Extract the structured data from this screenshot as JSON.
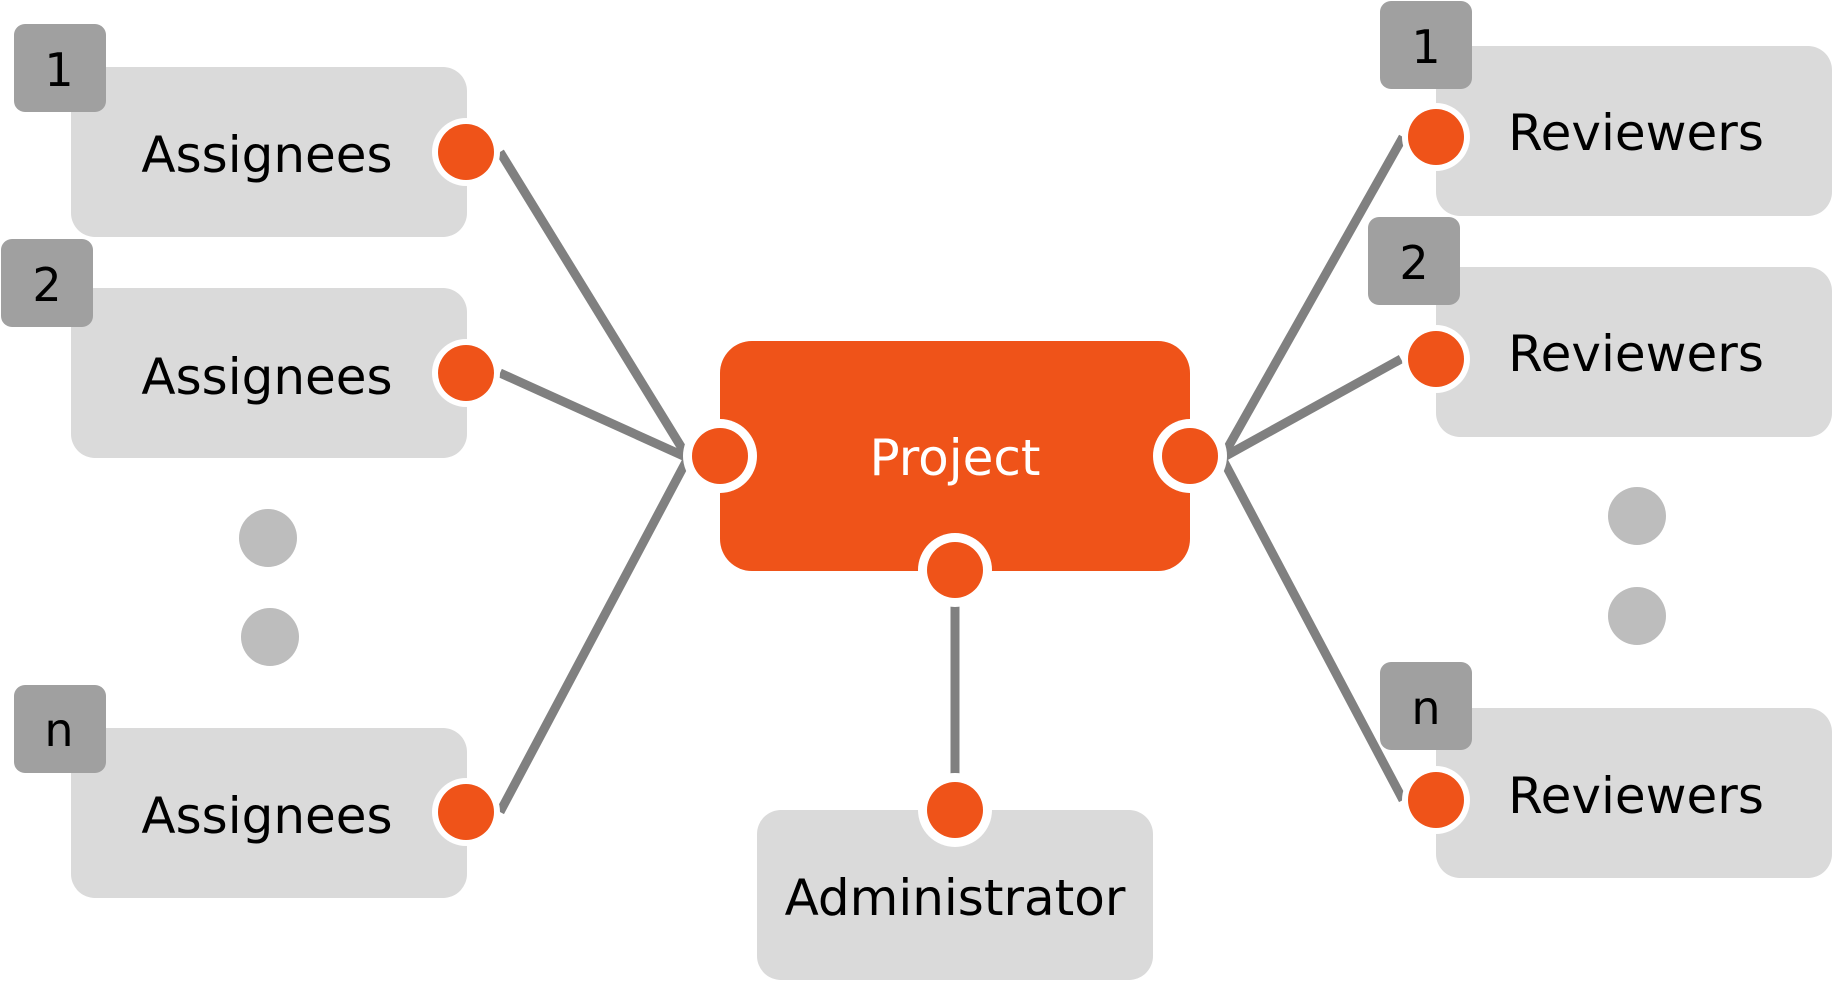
{
  "colors": {
    "accent": "#EF5319",
    "box_fill": "#DADADA",
    "badge_fill": "#A0A0A0",
    "dot_fill": "#BDBDBD",
    "line": "#808080",
    "project_text": "#FFFFFF"
  },
  "center": {
    "label": "Project"
  },
  "admin": {
    "label": "Administrator"
  },
  "left_group": {
    "items": [
      {
        "badge": "1",
        "label": "Assignees"
      },
      {
        "badge": "2",
        "label": "Assignees"
      },
      {
        "badge": "n",
        "label": "Assignees"
      }
    ]
  },
  "right_group": {
    "items": [
      {
        "badge": "1",
        "label": "Reviewers"
      },
      {
        "badge": "2",
        "label": "Reviewers"
      },
      {
        "badge": "n",
        "label": "Reviewers"
      }
    ]
  }
}
